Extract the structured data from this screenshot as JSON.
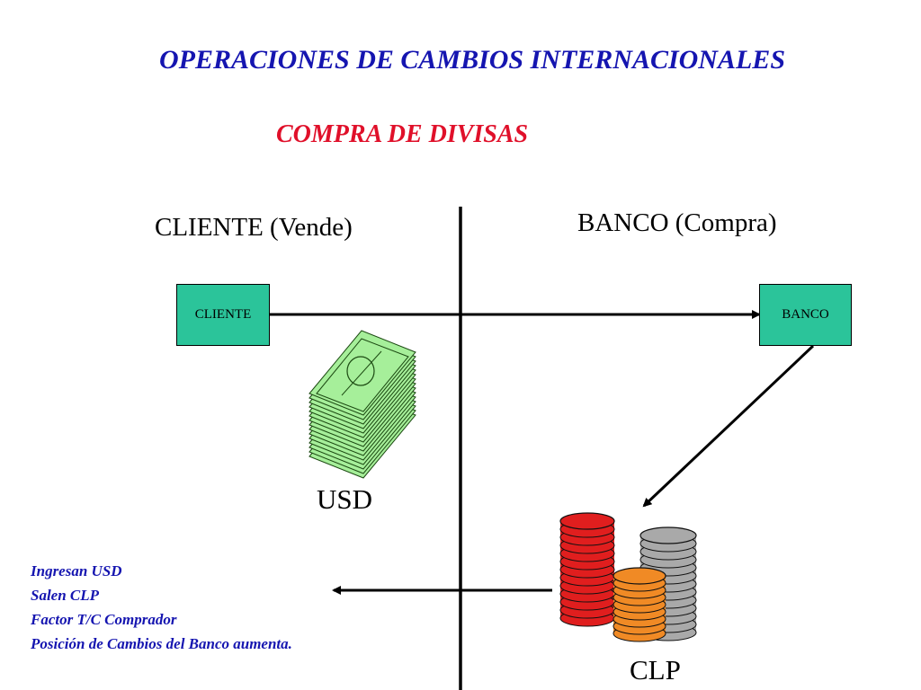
{
  "header": {
    "title": "OPERACIONES DE CAMBIOS INTERNACIONALES",
    "subtitle": "COMPRA DE DIVISAS"
  },
  "sides": {
    "left_label": "CLIENTE (Vende)",
    "right_label": "BANCO (Compra)"
  },
  "boxes": {
    "client": "CLIENTE",
    "bank": "BANCO"
  },
  "currencies": {
    "usd": "USD",
    "clp": "CLP"
  },
  "notes": [
    "Ingresan USD",
    "Salen CLP",
    "Factor T/C Comprador",
    "Posición de Cambios del Banco aumenta."
  ],
  "colors": {
    "title": "#1515b0",
    "subtitle": "#e0102a",
    "box_fill": "#2bc49a",
    "bills": "#a6ef9a",
    "coins_red": "#e01e1e",
    "coins_grey": "#a9a9a9",
    "coins_orange": "#f08a25"
  },
  "icons": [
    "usd-banknotes-icon",
    "clp-coins-icon"
  ]
}
